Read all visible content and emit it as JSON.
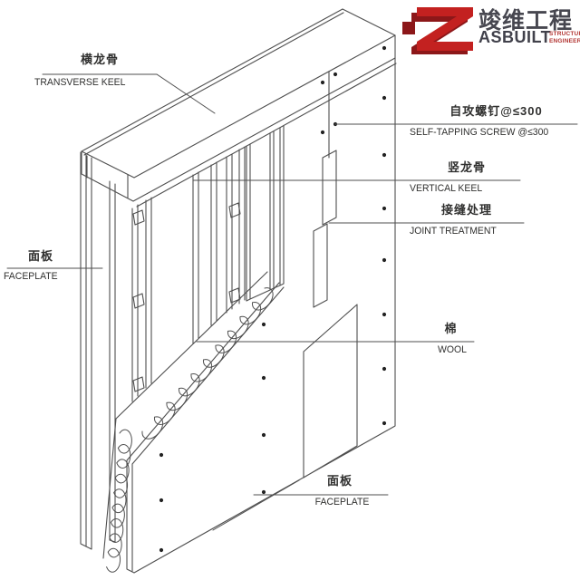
{
  "drawing_labels": {
    "transverse_keel": {
      "cn": "横龙骨",
      "en": "TRANSVERSE KEEL"
    },
    "faceplate_left": {
      "cn": "面板",
      "en": "FACEPLATE"
    },
    "self_tapping_screw": {
      "cn": "自攻螺钉@≤300",
      "en": "SELF-TAPPING SCREW  @≤300"
    },
    "vertical_keel": {
      "cn": "竖龙骨",
      "en": "VERTICAL KEEL"
    },
    "joint_treatment": {
      "cn": "接缝处理",
      "en": "JOINT TREATMENT"
    },
    "wool": {
      "cn": "棉",
      "en": "WOOL"
    },
    "faceplate_bottom": {
      "cn": "面板",
      "en": "FACEPLATE"
    }
  },
  "logo": {
    "cn": "竣维工程",
    "en": "ASBUILT",
    "sub_line1": "STRUCTURE",
    "sub_line2": "ENGINEERING"
  },
  "colors": {
    "line": "#4f4f4f",
    "dot": "#222222",
    "label_text": "#30302f",
    "logo_red_bright": "#c32120",
    "logo_red_shadow": "#8c1719",
    "logo_text_dark": "#45454e",
    "logo_sub_red": "#b23431"
  }
}
